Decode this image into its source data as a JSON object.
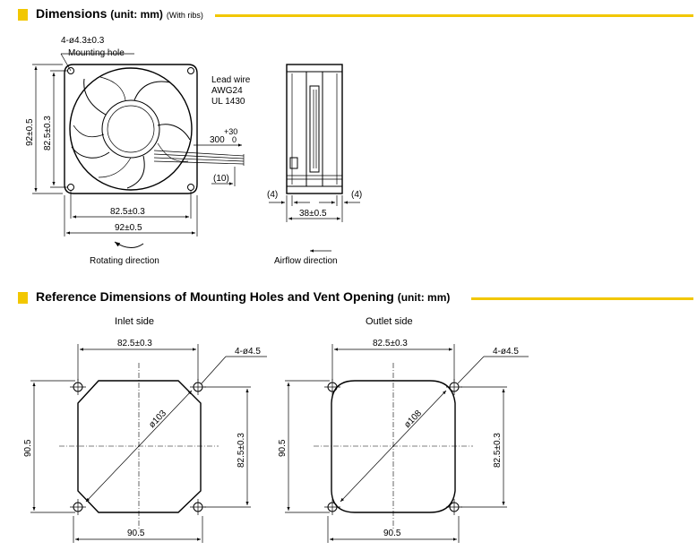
{
  "colors": {
    "accent": "#f2c700"
  },
  "section1": {
    "title": "Dimensions",
    "unit": "(unit: mm)",
    "ribs": "(With ribs)"
  },
  "section2": {
    "title": "Reference Dimensions of Mounting Holes and Vent Opening",
    "unit": "(unit: mm)"
  },
  "front": {
    "hole_spec": "4-ø4.3±0.3",
    "hole_label": "Mounting hole",
    "lead_1": "Lead wire",
    "lead_2": "AWG24",
    "lead_3": "UL 1430",
    "wire_tol_plus": "+30",
    "wire_len": "300",
    "wire_tol_zero": "0",
    "strip_len": "(10)",
    "dim_outer_h": "92±0.5",
    "dim_inner_h": "82.5±0.3",
    "dim_inner_w": "82.5±0.3",
    "dim_outer_w": "92±0.5",
    "rotation": "Rotating direction"
  },
  "side": {
    "dim_left": "(4)",
    "dim_right": "(4)",
    "dim_depth": "38±0.5",
    "airflow": "Airflow direction"
  },
  "inlet": {
    "label": "Inlet side",
    "dim_top": "82.5±0.3",
    "holes": "4-ø4.5",
    "diameter": "ø103",
    "dim_left": "90.5",
    "dim_right": "82.5±0.3",
    "dim_bottom": "90.5"
  },
  "outlet": {
    "label": "Outlet side",
    "dim_top": "82.5±0.3",
    "holes": "4-ø4.5",
    "diameter": "ø108",
    "dim_left": "90.5",
    "dim_right": "82.5±0.3",
    "dim_bottom": "90.5"
  }
}
